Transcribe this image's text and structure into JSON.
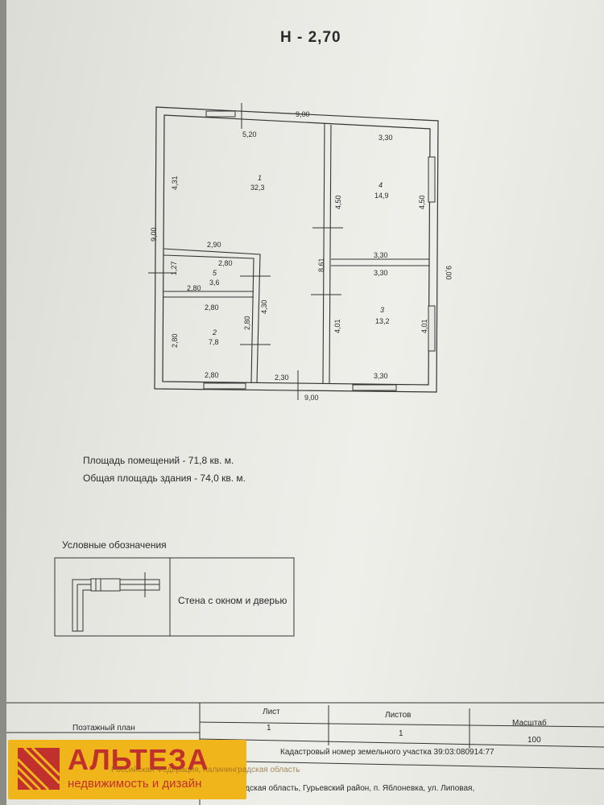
{
  "title": "Н - 2,70",
  "plan": {
    "top_dim": "9,00",
    "bottom_dim": "9,00",
    "left_dim": "9,00",
    "right_dim": "9,00",
    "window_dim": "5,20",
    "corridor_dim": "8,61",
    "corridor_bottom": "2,30",
    "rooms": [
      {
        "num": "1",
        "area": "32,3",
        "dims": [
          "4,31",
          "2,90"
        ]
      },
      {
        "num": "2",
        "area": "7,8",
        "dims": [
          "2,80",
          "2,80",
          "2,80",
          "2,80"
        ]
      },
      {
        "num": "3",
        "area": "13,2",
        "dims": [
          "3,30",
          "4,01",
          "4,01",
          "3,30"
        ]
      },
      {
        "num": "4",
        "area": "14,9",
        "dims": [
          "3,30",
          "4,50",
          "4,50",
          "3,30"
        ]
      },
      {
        "num": "5",
        "area": "3,6",
        "dims": [
          "2,80",
          "1,27",
          "2,80"
        ]
      }
    ],
    "room2_outer_dim": "4,30"
  },
  "area_rooms": "Площадь помещений  - 71,8 кв. м.",
  "area_total": "Общая площадь  здания  - 74,0 кв. м.",
  "legend_title": "Условные обозначения",
  "legend_label": "Стена с окном и дверью",
  "stamp": {
    "plan_label": "Поэтажный план",
    "sheet_label": "Лист",
    "sheet_value": "1",
    "sheets_label": "Листов",
    "sheets_value": "1",
    "scale_label": "Масштаб",
    "scale_value": "100",
    "cadastral": "Кадастровый номер земельного участка   39:03:080914:77",
    "address": "Российская Федерация, Калининградская область, Гурьевский район, п. Яблоневка, ул. Липовая,"
  },
  "logo": {
    "name": "АЛЬТЕЗА",
    "subtitle": "недвижимость и дизайн",
    "watermark": "Российская Федерация, Калининградская область"
  }
}
